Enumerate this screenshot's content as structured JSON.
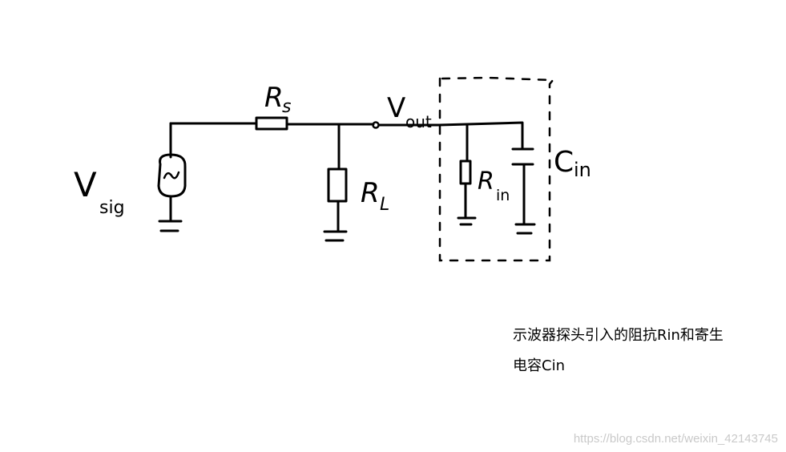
{
  "labels": {
    "vsig_main": "V",
    "vsig_sub": "sig",
    "rs_main": "R",
    "rs_sub": "s",
    "vout_main": "V",
    "vout_sub": "out",
    "rl_main": "R",
    "rl_sub": "L",
    "rin_main": "R",
    "rin_sub": "in",
    "cin_main": "C",
    "cin_sub": "in"
  },
  "caption": {
    "line1": "示波器探头引入的阻抗Rin和寄生",
    "line2": "电容Cin"
  },
  "watermark": "https://blog.csdn.net/weixin_42143745"
}
